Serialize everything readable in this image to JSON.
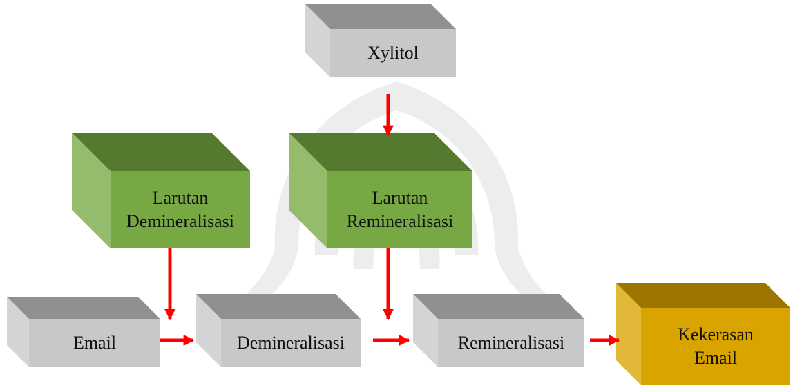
{
  "diagram": {
    "colors": {
      "gray": "#C8C8C8",
      "green": "#77A843",
      "gold": "#D9A400",
      "arrow": "#FF0000",
      "watermark": "#EDEDED"
    },
    "nodes": [
      {
        "id": "xylitol",
        "lines": [
          "Xylitol"
        ],
        "color": "gray"
      },
      {
        "id": "larutan-demineralisasi",
        "lines": [
          "Larutan",
          "Demineralisasi"
        ],
        "color": "green"
      },
      {
        "id": "larutan-remineralisasi",
        "lines": [
          "Larutan",
          "Remineralisasi"
        ],
        "color": "green"
      },
      {
        "id": "email",
        "lines": [
          "Email"
        ],
        "color": "gray"
      },
      {
        "id": "demineralisasi",
        "lines": [
          "Demineralisasi"
        ],
        "color": "gray"
      },
      {
        "id": "remineralisasi",
        "lines": [
          "Remineralisasi"
        ],
        "color": "gray"
      },
      {
        "id": "kekerasan-email",
        "lines": [
          "Kekerasan",
          "Email"
        ],
        "color": "gold"
      }
    ],
    "edges": [
      {
        "from": "xylitol",
        "to": "larutan-remineralisasi"
      },
      {
        "from": "larutan-demineralisasi",
        "to": "demineralisasi"
      },
      {
        "from": "larutan-remineralisasi",
        "to": "remineralisasi"
      },
      {
        "from": "email",
        "to": "demineralisasi"
      },
      {
        "from": "demineralisasi",
        "to": "remineralisasi"
      },
      {
        "from": "remineralisasi",
        "to": "kekerasan-email"
      }
    ]
  }
}
